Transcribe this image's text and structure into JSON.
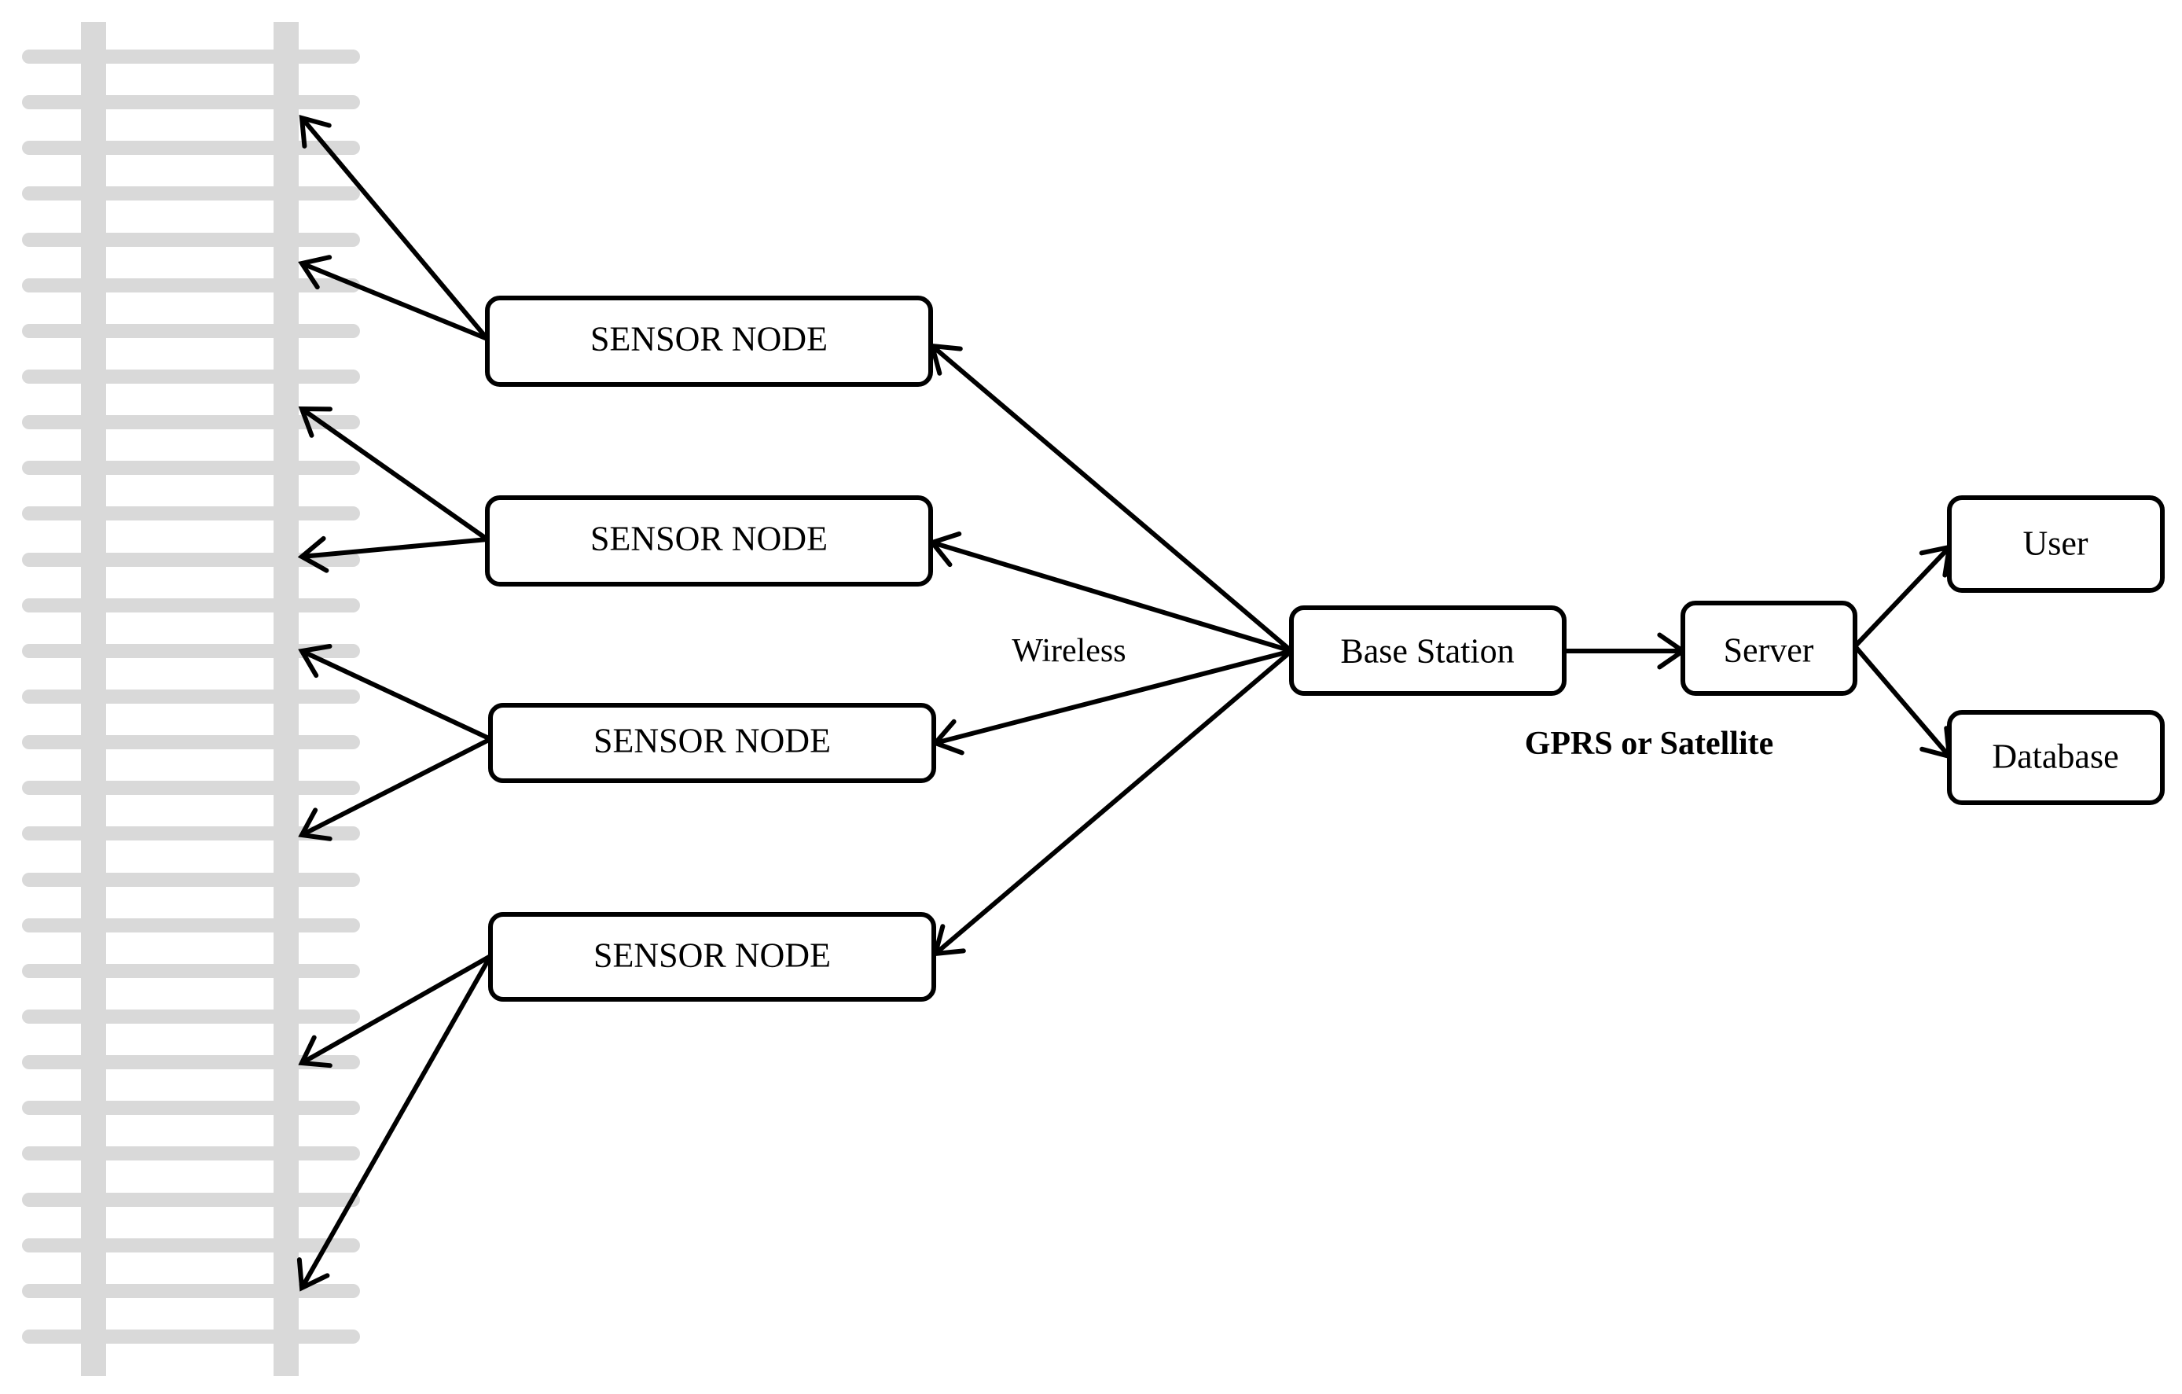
{
  "diagram": {
    "nodes": {
      "sensor_1": "SENSOR NODE",
      "sensor_2": "SENSOR NODE",
      "sensor_3": "SENSOR NODE",
      "sensor_4": "SENSOR NODE",
      "base_station": "Base Station",
      "server": "Server",
      "user": "User",
      "database": "Database"
    },
    "edge_labels": {
      "wireless": "Wireless",
      "gprs": "GPRS or Satellite"
    },
    "colors": {
      "stroke": "#000000",
      "track": "#d9d9d9",
      "background": "#ffffff"
    }
  }
}
